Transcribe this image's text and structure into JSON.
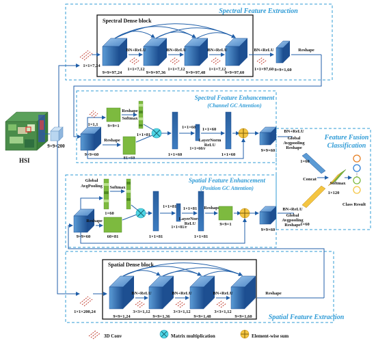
{
  "sections": {
    "spectral_extraction": "Spectral Feature Extraction",
    "spectral_dense_block": "Spectral Dense block",
    "spectral_enhancement": "Spectral Feature Enhancement",
    "channel_gc": "(Channel GC Attention)",
    "spatial_enhancement": "Spatial Feature Enhancement",
    "position_gc": "(Position GC Attention)",
    "feature_fusion_1": "Feature Fusion",
    "feature_fusion_2": "Classification",
    "spatial_dense_block": "Spatial Dense block",
    "spatial_extraction": "Spatial Feature Extraction"
  },
  "input": {
    "hsi": "HSI",
    "patch": "9×9×200"
  },
  "spectral_dense": {
    "bn_relu": "BN+ReLU",
    "conv_first": "1×1×7,24",
    "conv_mid": "1×1×7,12",
    "conv_last": "1×1×97,60",
    "shapes": [
      "9×9×97,24",
      "9×9×97,36",
      "9×9×97,48",
      "9×9×97,60"
    ],
    "reshape": "Reshape",
    "out_shape": "9×9×1,60"
  },
  "channel_gc": {
    "conv": "1×1,1",
    "shape_991": "9×9×1",
    "reshape": "Reshape",
    "softmax": "Softmax",
    "shape_1x81": "1×1×81",
    "shape_81x60": "81×60",
    "shape_9960": "9×9×60",
    "shape_1160": "1×1×60",
    "shape_1160r": "1×1×60/r",
    "layernorm": "LayerNorm",
    "relu": "ReLU",
    "shape_1x60": "1×60"
  },
  "fusion": {
    "bn_relu": "BN+ReLU",
    "global": "Global",
    "avgpooling": "Avgpooling",
    "reshape": "Reshape",
    "shape_1x60": "1×60",
    "concat": "Concat",
    "softmax": "Softmax",
    "shape_1x120": "1×120",
    "class_result": "Class Result"
  },
  "position_gc": {
    "global": "Global",
    "avgpooling": "AvgPooling",
    "softmax": "Softmax",
    "shape_1x60": "1×60",
    "reshape": "Reshape",
    "shape_9960": "9×9×60",
    "shape_60x81": "60×81",
    "shape_1181": "1×1×81",
    "shape_1181r": "1×1×81/r",
    "layernorm": "LayerNorm",
    "relu": "ReLU",
    "shape_991": "9×9×1"
  },
  "spatial_dense": {
    "bn_relu": "BN+ReLU",
    "conv_first": "1×1×200,24",
    "conv_mid": "3×3×1,12",
    "shapes": [
      "9×9×1,24",
      "9×9×1,36",
      "9×9×1,48",
      "9×9×1,60"
    ],
    "reshape": "Reshape"
  },
  "legend": {
    "conv": "3D Conv",
    "matmul": "Matrix multiplication",
    "elemsum": "Element-wise sum"
  },
  "colors": {
    "dashed": "#2f9bd6",
    "cube_blue": "#1f5ea8",
    "cube_light": "#4f90d0",
    "green": "#7dba3f",
    "matmul": "#4fd6e6",
    "sum": "#f4c542",
    "conv_red": "#c0392b"
  }
}
